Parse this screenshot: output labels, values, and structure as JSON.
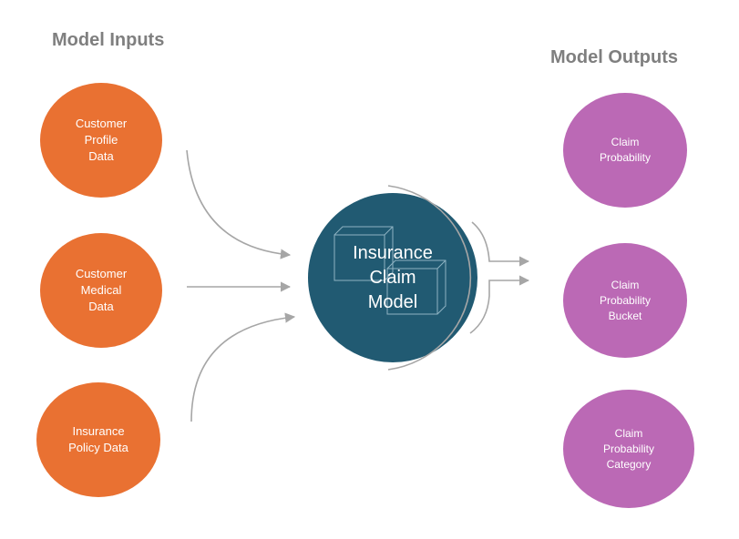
{
  "headings": {
    "inputs": "Model Inputs",
    "outputs": "Model Outputs"
  },
  "inputs": [
    {
      "lines": [
        "Customer",
        "Profile",
        "Data"
      ]
    },
    {
      "lines": [
        "Customer",
        "Medical",
        "Data"
      ]
    },
    {
      "lines": [
        "Insurance",
        "Policy Data"
      ]
    }
  ],
  "core": {
    "lines": [
      "Insurance",
      "Claim",
      "Model"
    ]
  },
  "outputs": [
    {
      "lines": [
        "Claim",
        "Probability"
      ]
    },
    {
      "lines": [
        "Claim",
        "Probability",
        "Bucket"
      ]
    },
    {
      "lines": [
        "Claim",
        "Probability",
        "Category"
      ]
    }
  ],
  "colors": {
    "input": "#e97132",
    "output": "#bb69b5",
    "core": "#215a72",
    "connector": "#a6a6a6",
    "heading": "#7f7f7f"
  }
}
